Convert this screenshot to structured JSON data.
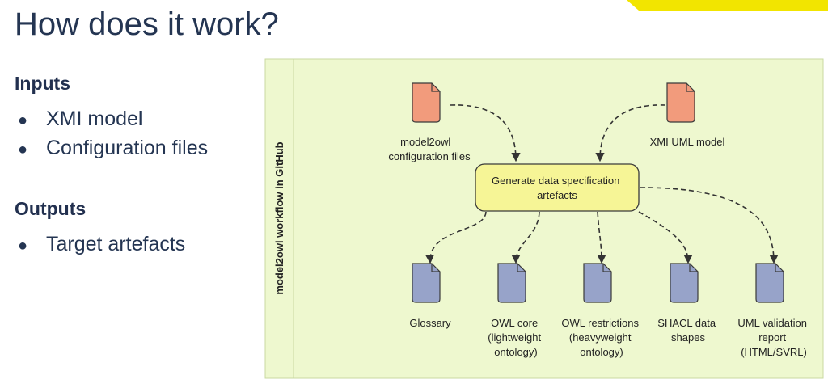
{
  "slide": {
    "title": "How does it work?"
  },
  "inputs": {
    "heading": "Inputs",
    "items": [
      "XMI model",
      "Configuration files"
    ]
  },
  "outputs": {
    "heading": "Outputs",
    "items": [
      "Target artefacts"
    ]
  },
  "diagram": {
    "lane_label": "model2owl workflow  in GitHub",
    "inputs": [
      {
        "lines": [
          "model2owl",
          "configuration files"
        ]
      },
      {
        "lines": [
          "XMI UML model"
        ]
      }
    ],
    "process": {
      "lines": [
        "Generate data specification",
        "artefacts"
      ]
    },
    "outputs": [
      {
        "lines": [
          "Glossary"
        ]
      },
      {
        "lines": [
          "OWL core",
          "(lightweight",
          "ontology)"
        ]
      },
      {
        "lines": [
          "OWL restrictions",
          "(heavyweight",
          "ontology)"
        ]
      },
      {
        "lines": [
          "SHACL data",
          "shapes"
        ]
      },
      {
        "lines": [
          "UML validation",
          "report",
          "(HTML/SVRL)"
        ]
      }
    ]
  },
  "colors": {
    "accent": "#f2e500",
    "lane_background": "#eef8cf",
    "lane_border": "#c9d9a0",
    "input_file": "#f29b7c",
    "output_file": "#97a3c9",
    "process_fill": "#f6f596",
    "connector": "#333333"
  },
  "icons": {
    "input": "document-icon",
    "output": "document-icon",
    "bullet": "bullet-dot"
  }
}
